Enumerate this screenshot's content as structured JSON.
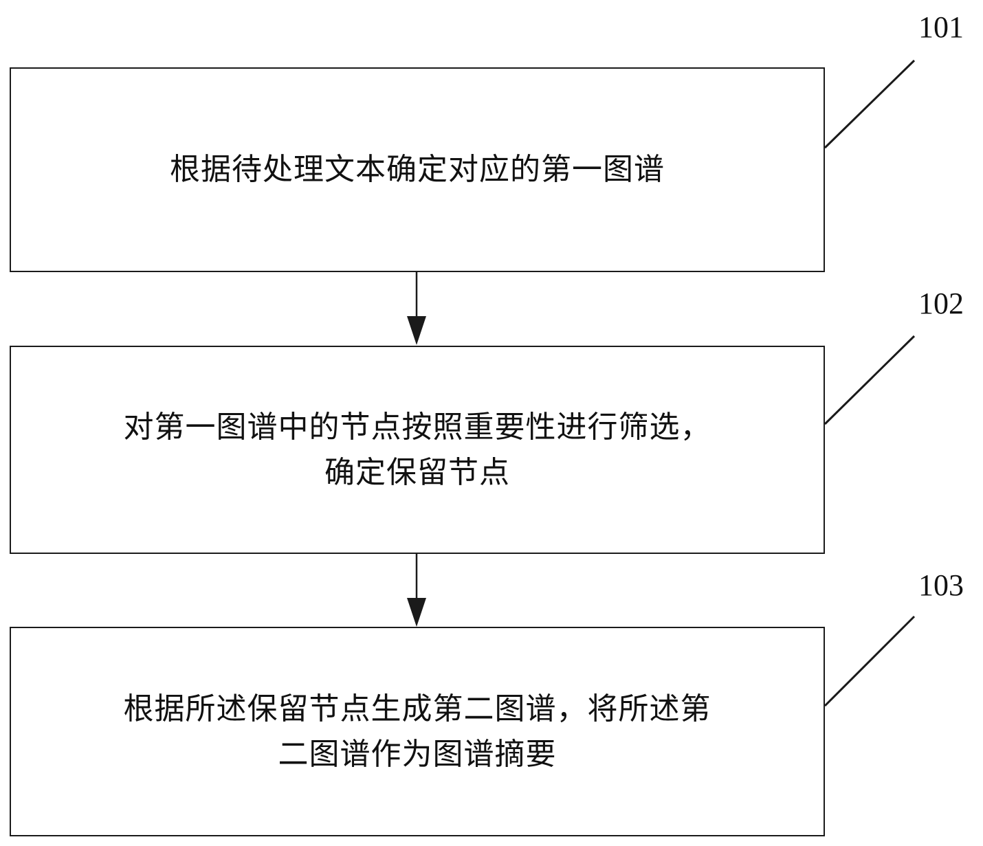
{
  "steps": [
    {
      "id": "101",
      "lines": [
        "根据待处理文本确定对应的第一图谱"
      ]
    },
    {
      "id": "102",
      "lines": [
        "对第一图谱中的节点按照重要性进行筛选，",
        "确定保留节点"
      ]
    },
    {
      "id": "103",
      "lines": [
        "根据所述保留节点生成第二图谱，将所述第",
        "二图谱作为图谱摘要"
      ]
    }
  ],
  "colors": {
    "line": "#1a1a1a",
    "text": "#111111",
    "background": "#ffffff"
  }
}
